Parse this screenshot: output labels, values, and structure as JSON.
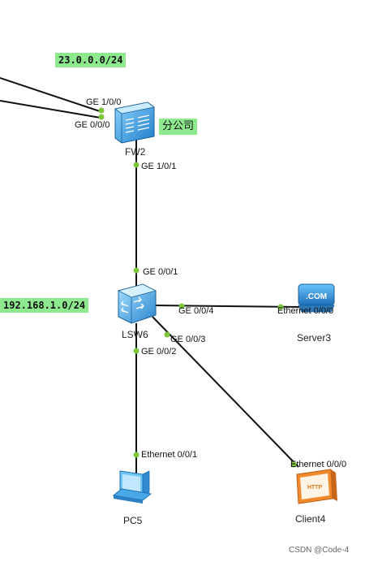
{
  "networks": {
    "wan": "23.0.0.0/24",
    "lan": "192.168.1.0/24"
  },
  "branch_label": "分公司",
  "devices": {
    "fw": {
      "name": "FW2",
      "icon": "firewall-icon"
    },
    "switch": {
      "name": "LSW6",
      "icon": "switch-icon"
    },
    "server": {
      "name": "Server3",
      "icon": "server-icon",
      "icon_text": ".COM"
    },
    "pc": {
      "name": "PC5",
      "icon": "pc-icon"
    },
    "client": {
      "name": "Client4",
      "icon": "http-client-icon",
      "icon_text": "HTTP"
    }
  },
  "ports": {
    "fw_ge100": "GE 1/0/0",
    "fw_ge000": "GE 0/0/0",
    "fw_ge101": "GE 1/0/1",
    "sw_ge001": "GE 0/0/1",
    "sw_ge004": "GE 0/0/4",
    "sw_ge003": "GE 0/0/3",
    "sw_ge002": "GE 0/0/2",
    "server_eth": "Ethernet 0/0/0",
    "pc_eth": "Ethernet 0/0/1",
    "client_eth": "Ethernet 0/0/0"
  },
  "colors": {
    "link": "#111111",
    "port_dot": "#7cc53c",
    "net_label_bg": "#8ee88e",
    "device_blue": "#3aa3e3",
    "client_orange": "#f08a2c"
  },
  "watermark": "CSDN @Code-4"
}
